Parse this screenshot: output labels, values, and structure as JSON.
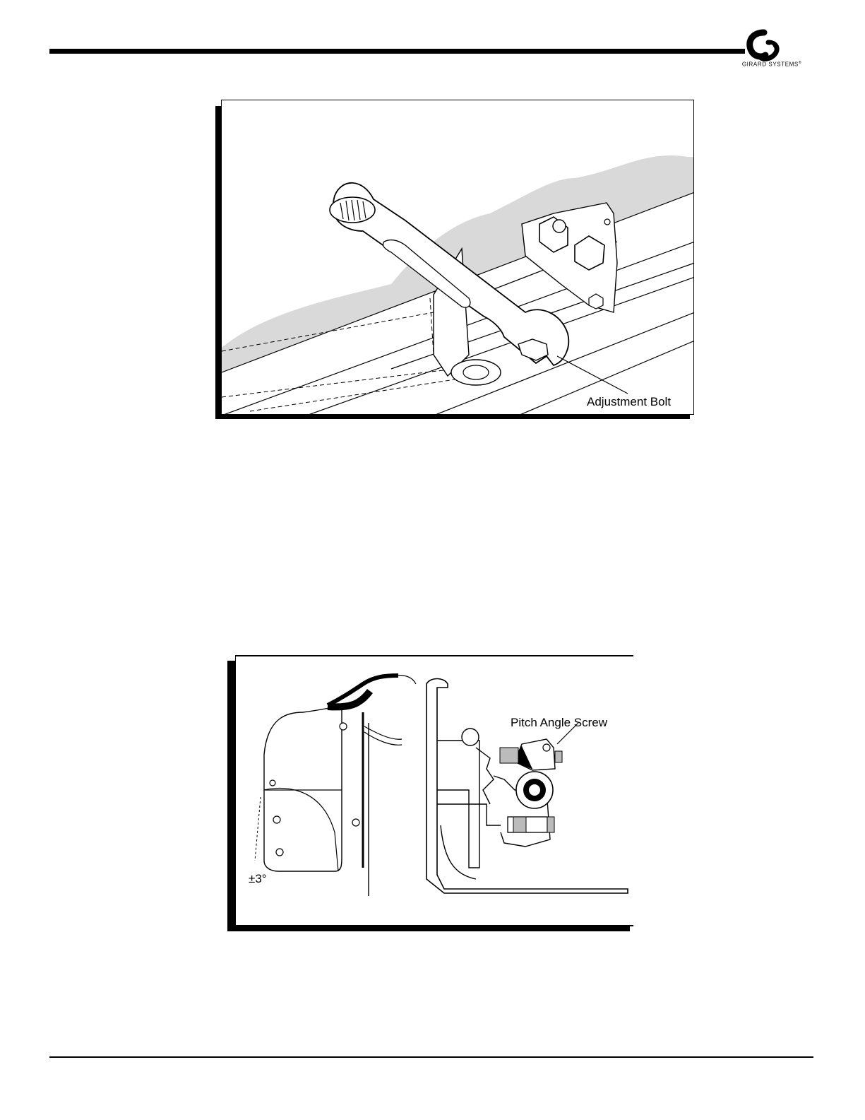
{
  "header": {
    "logo_text": "GIRARD SYSTEMS",
    "logo_registered": "®"
  },
  "figure1": {
    "callout": "Adjustment Bolt"
  },
  "figure2": {
    "callout": "Pitch Angle Screw",
    "angle_label": "±3°"
  },
  "colors": {
    "ink": "#000000",
    "paper": "#ffffff",
    "shade": "#d9d9d9"
  }
}
